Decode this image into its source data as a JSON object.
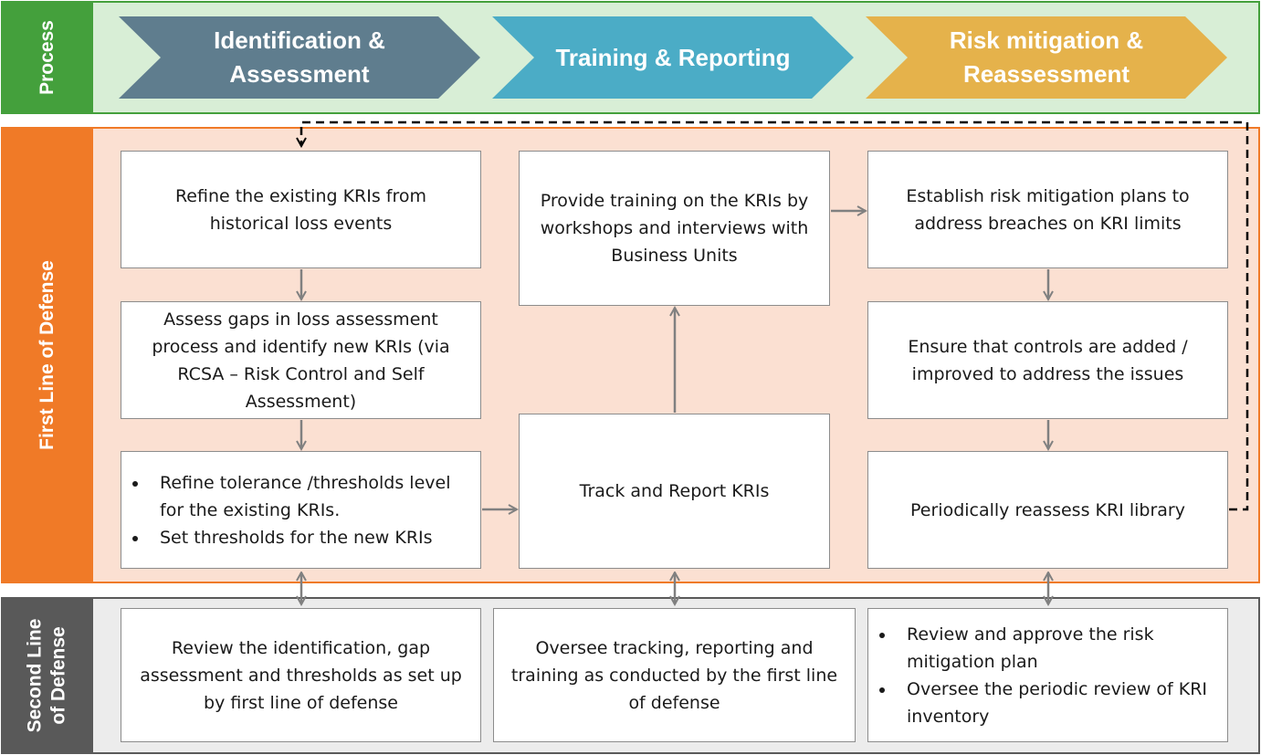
{
  "bands": {
    "process": "Process",
    "first_line": "First Line of Defense",
    "second_line": "Second Line\nof Defense"
  },
  "stages": [
    {
      "label": "Identification & Assessment",
      "color": "#5f7d8e"
    },
    {
      "label": "Training & Reporting",
      "color": "#4bacc6"
    },
    {
      "label": "Risk mitigation & Reassessment",
      "color": "#e5b24b"
    }
  ],
  "first_line": {
    "refine_existing": "Refine the existing KRIs from historical loss events",
    "assess_gaps": "Assess gaps in loss assessment process and identify new KRIs (via RCSA – Risk Control and Self Assessment)",
    "thresholds": [
      "Refine tolerance /thresholds level for the existing KRIs.",
      "Set thresholds for the new KRIs"
    ],
    "provide_training": "Provide training on the KRIs by workshops and interviews with Business Units",
    "track_report": "Track and Report KRIs",
    "establish_plans": "Establish risk mitigation plans to address breaches on KRI limits",
    "ensure_controls": "Ensure that controls are added / improved to address the issues",
    "reassess_library": "Periodically reassess KRI library"
  },
  "second_line": {
    "review_identification": "Review the identification, gap assessment and thresholds as set up by first line of defense",
    "oversee_tracking": "Oversee tracking, reporting and training as conducted by the first line of defense",
    "review_items": [
      "Review and approve the risk mitigation plan",
      "Oversee the periodic review of KRI inventory"
    ]
  },
  "colors": {
    "process_band": "#44a03c",
    "process_bg": "#d8eed6",
    "first_band": "#f07a27",
    "first_bg": "#fbe0d2",
    "second_band": "#595959",
    "second_bg": "#ececec",
    "arrow": "#808080"
  }
}
